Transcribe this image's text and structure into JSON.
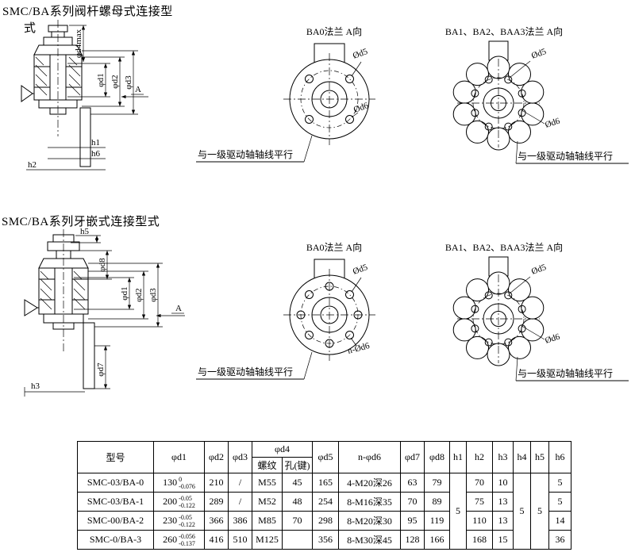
{
  "titles": {
    "section1_line1": "SMC/BA系列阀杆螺母式连接型",
    "section1_line2": "式",
    "section2": "SMC/BA系列牙嵌式连接型式"
  },
  "drawing1": {
    "labels": {
      "d4max": "φd4max",
      "d1": "φd1",
      "d2": "φd2",
      "d3": "φd3",
      "section": "A",
      "h1": "h1",
      "h2": "h2",
      "h6": "h6"
    }
  },
  "drawing2": {
    "labels": {
      "h5": "h5",
      "d8": "φd8",
      "d1": "φd1",
      "d2": "φd2",
      "d3": "φd3",
      "section": "A",
      "d7": "φd7",
      "h3": "h3"
    }
  },
  "flange_top_ba0": {
    "title": "BA0法兰 A向",
    "d5": "Ød5",
    "d6": "Ød6",
    "note": "与一级驱动轴轴线平行"
  },
  "flange_top_ba123": {
    "title": "BA1、BA2、BAA3法兰 A向",
    "d5": "Ød5",
    "d6": "Ød6",
    "note": "与一级驱动轴轴线平行"
  },
  "flange_bot_ba0": {
    "title": "BA0法兰 A向",
    "d5": "Ød5",
    "d6": "n-Ød6",
    "note": "与一级驱动轴轴线平行"
  },
  "flange_bot_ba123": {
    "title": "BA1、BA2、BAA3法兰 A向",
    "d5": "Ød5",
    "d6": "Ød6",
    "note": "与一级驱动轴轴线平行"
  },
  "table": {
    "headers": {
      "model": "型号",
      "d1": "φd1",
      "d2": "φd2",
      "d3": "φd3",
      "d4": "φd4",
      "thread": "螺纹",
      "hole": "孔(键)",
      "d5": "φd5",
      "d6": "n-φd6",
      "d7": "φd7",
      "d8": "φd8",
      "h1": "h1",
      "h2": "h2",
      "h3": "h3",
      "h4": "h4",
      "h5": "h5",
      "h6": "h6"
    },
    "merged": {
      "h1": "5",
      "h4": "5",
      "h5": "5"
    },
    "rows": [
      {
        "model": "SMC-03/BA-0",
        "d1": {
          "base": "130",
          "upper": "0",
          "lower": "-0.076"
        },
        "d2": "210",
        "d3": "/",
        "thread": "M55",
        "hole": "45",
        "d5": "165",
        "d6": "4-M20深26",
        "d7": "63",
        "d8": "79",
        "h2": "70",
        "h3": "10",
        "h6": "5"
      },
      {
        "model": "SMC-03/BA-1",
        "d1": {
          "base": "200",
          "upper": "-0.05",
          "lower": "-0.122"
        },
        "d2": "289",
        "d3": "/",
        "thread": "M52",
        "hole": "48",
        "d5": "254",
        "d6": "8-M16深35",
        "d7": "70",
        "d8": "89",
        "h2": "75",
        "h3": "13",
        "h6": "5"
      },
      {
        "model": "SMC-00/BA-2",
        "d1": {
          "base": "230",
          "upper": "-0.05",
          "lower": "-0.122"
        },
        "d2": "366",
        "d3": "386",
        "thread": "M85",
        "hole": "70",
        "d5": "298",
        "d6": "8-M20深30",
        "d7": "95",
        "d8": "119",
        "h2": "110",
        "h3": "13",
        "h6": "14"
      },
      {
        "model": "SMC-0/BA-3",
        "d1": {
          "base": "260",
          "upper": "-0.056",
          "lower": "-0.137"
        },
        "d2": "416",
        "d3": "510",
        "thread": "M125",
        "hole": "",
        "d5": "356",
        "d6": "8-M30深45",
        "d7": "128",
        "d8": "166",
        "h2": "168",
        "h3": "15",
        "h6": "36"
      }
    ]
  }
}
